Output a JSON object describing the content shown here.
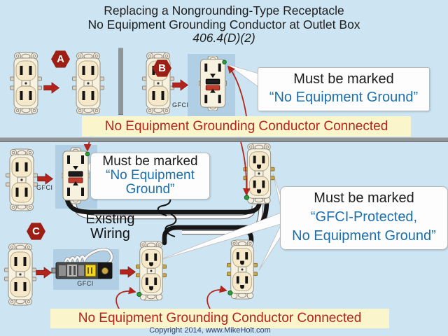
{
  "title": {
    "line1": "Replacing a Nongrounding-Type Receptacle",
    "line2": "No Equipment Grounding Conductor at Outlet Box",
    "line3": "406.4(D)(2)"
  },
  "sections": {
    "a": {
      "badge": "A"
    },
    "b": {
      "badge": "B"
    },
    "c": {
      "badge": "C"
    }
  },
  "labels": {
    "gfci": "GFCI",
    "existing_wiring": {
      "line1": "Existing",
      "line2": "Wiring"
    }
  },
  "callouts": {
    "gfci_receptacle_b": {
      "line1": "Must be marked",
      "line2": "“No Equipment Ground”"
    },
    "gfci_receptacle_middle": {
      "line1": "Must be marked",
      "line2": "“No Equipment",
      "line3": "Ground”"
    },
    "downstream_receptacles": {
      "line1": "Must be marked",
      "line2": "“GFCI-Protected,",
      "line3": "No Equipment Ground”"
    }
  },
  "banners": {
    "top": "No Equipment Grounding Conductor Connected",
    "bottom": "No Equipment Grounding Conductor Connected"
  },
  "footer": {
    "copyright": "Copyright 2014, www.MikeHolt.com"
  },
  "colors": {
    "background": "#cde5f3",
    "banner_background": "#fbf5cc",
    "warning_red": "#b3251c",
    "marking_blue": "#1b6fad",
    "badge_red": "#9c1e15",
    "highlight_box_blue": "#b0cfe4",
    "divider_gray": "#8f9496",
    "receptacle_cream": "#f6e9c9",
    "ground_screw_green": "#2a9e3a"
  }
}
